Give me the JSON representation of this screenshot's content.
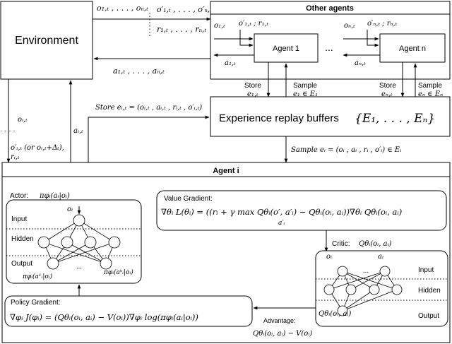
{
  "environment": {
    "label": "Environment"
  },
  "other_agents": {
    "title": "Other agents",
    "agent1_label": "Agent 1",
    "agentn_label": "Agent n",
    "dots": "...",
    "o1t": "o₁,ₜ",
    "o1t_prime_r1t": "o′₁,ₜ ; r₁,ₜ",
    "a1t": "a₁,ₜ",
    "ont": "oₙ,ₜ",
    "ont_prime_rnt": "o′ₙ,ₜ ; rₙ,ₜ",
    "ant": "aₙ,ₜ"
  },
  "top_flows": {
    "obs_out": "o₁,ₜ , . . . , oₙ,ₜ",
    "next_obs_out": "o′₁,ₜ , . . . , o′ₙ,ₜ",
    "rewards_out": "r₁,ₜ , . . . , rₙ,ₜ",
    "actions_in": "a₁,ₜ , . . . , aₙ,ₜ"
  },
  "storage": {
    "store1": "Store",
    "store1_sub": "e₁,ₜ",
    "sample1": "Sample",
    "sample1_sub": "e₁ ∈ E₁",
    "storen": "Store",
    "storen_sub": "eₙ,ₜ",
    "samplen": "Sample",
    "samplen_sub": "eₙ ∈ Eₙ",
    "store_i": "Store  eᵢ,ₜ = (oᵢ,ₜ , aᵢ,ₜ , rᵢ,ₜ , o′ᵢ,ₜ)",
    "buffers_label": "Experience replay buffers",
    "buffers_set": "{E₁, . . . , Eₙ}",
    "sample_i": "Sample  eᵢ = (oᵢ , aᵢ , rᵢ , o′ᵢ) ∈ Eᵢ"
  },
  "left_flows": {
    "oit": "oᵢ,ₜ",
    "dots": "· · · ·",
    "next_obs": "o′ᵢ,ₜ (or oᵢ,ₜ+Δₜ),",
    "rit": "rᵢ,ₜ",
    "ait": "aᵢ,ₜ"
  },
  "agent_i": {
    "title": "Agent i",
    "actor_label": "Actor:",
    "actor_policy": "πφᵢ(aᵢ|oᵢ)",
    "actor_input_var": "oᵢ",
    "input": "Input",
    "hidden": "Hidden",
    "output": "Output",
    "out_left": "πφᵢ(a¹ᵢ|oᵢ)",
    "out_right": "πφᵢ(aᵏᵢ|oᵢ)",
    "nn_dots": "...",
    "value_gradient_title": "Value Gradient:",
    "value_gradient_eq": "∇θᵢ L(θᵢ) = ((rᵢ + γ max Qθᵢ(o′, a′ᵢ) − Qθᵢ(oᵢ, aᵢ))∇θᵢ Qθᵢ(oᵢ, aᵢ)",
    "value_gradient_sub": "a′ᵢ",
    "critic_label": "Critic:",
    "critic_q": "Qθᵢ(oᵢ, aᵢ)",
    "critic_in_o": "oᵢ",
    "critic_in_a": "aᵢ",
    "critic_input": "Input",
    "critic_hidden": "Hidden",
    "critic_output": "Output",
    "critic_out_q": "Qθᵢ(oᵢ, aᵢ)",
    "policy_gradient_title": "Policy Gradient:",
    "policy_gradient_eq": "∇φᵢ J(φᵢ) = (Qθᵢ(oᵢ, aᵢ) − V(oᵢ))∇φᵢ log(πφᵢ(aᵢ|oᵢ))",
    "advantage_label": "Advantage:",
    "advantage_eq": "Qθᵢ(oᵢ, aᵢ) − V(oᵢ)"
  },
  "colors": {
    "line": "#000000",
    "separator": "#000000"
  }
}
